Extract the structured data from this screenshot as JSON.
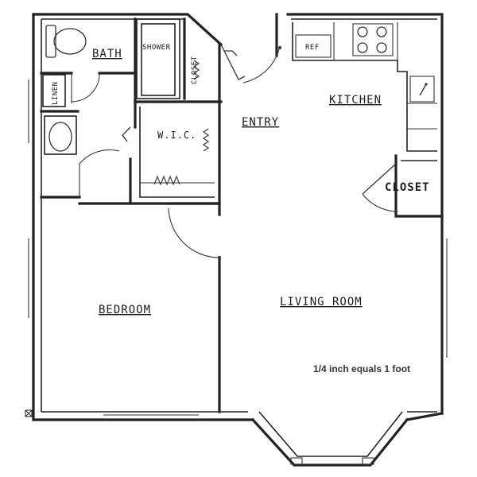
{
  "plan": {
    "rooms": {
      "bath": "BATH",
      "shower": "SHOWER",
      "closet_small": "CLOSET",
      "linen": "LINEN",
      "wic": "W.I.C.",
      "entry": "ENTRY",
      "kitchen": "KITCHEN",
      "ref": "REF",
      "closet": "CLOSET",
      "bedroom": "BEDROOM",
      "living_room": "LIVING ROOM"
    },
    "scale_note": "1/4 inch equals 1 foot"
  }
}
